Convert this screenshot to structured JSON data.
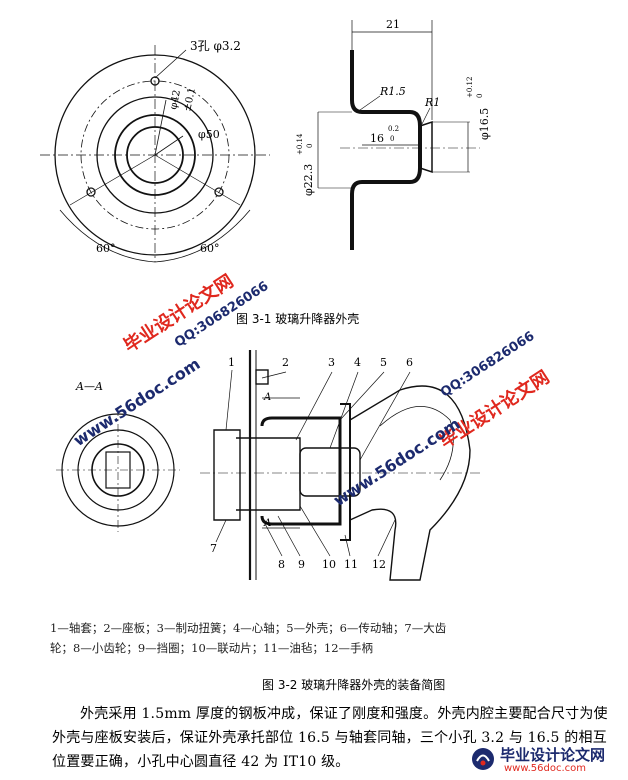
{
  "figure1": {
    "caption": "图 3-1   玻璃升降器外壳",
    "left_view": {
      "hole_label": "3孔 φ3.2",
      "circle_dia": "φ42",
      "circle_tol": "±0.1",
      "outer_dia": "φ50",
      "angle_left": "60°",
      "angle_right": "60°"
    },
    "section_view": {
      "width": "21",
      "r1": "R1.5",
      "r2": "R1",
      "d_small": "φ16.5",
      "d_small_tol_up": "+0.12",
      "d_small_tol_low": "0",
      "inner_len": "16",
      "inner_len_tol_up": "0.2",
      "inner_len_tol_low": "0",
      "d_large": "φ22.3",
      "d_large_tol_up": "+0.14",
      "d_large_tol_low": "0"
    }
  },
  "figure2": {
    "caption": "图 3-2   玻璃升降器外壳的装备简图",
    "section_label": "A—A",
    "section_marks": [
      "A",
      "A"
    ],
    "part_numbers": [
      "1",
      "2",
      "3",
      "4",
      "5",
      "6",
      "7",
      "8",
      "9",
      "10",
      "11",
      "12"
    ],
    "legend_line1": "1—轴套；2—座板；3—制动扭簧；4—心轴；5—外壳；6—传动轴；7—大齿",
    "legend_line2": "轮；8—小齿轮；9—挡圈；10—联动片；11—油毡；12—手柄"
  },
  "paragraph": "外壳采用 1.5mm 厚度的钢板冲成，保证了刚度和强度。外壳内腔主要配合尺寸为使外壳与座板安装后，保证外壳承托部位 16.5 与轴套同轴，三个小孔 3.2 与 16.5 的相互位置要正确，小孔中心圆直径 42 为 IT10 级。",
  "watermarks": {
    "site_name": "毕业设计论文网",
    "url": "www.56doc.com",
    "qq": "QQ:306826066",
    "footer_cn": "毕业设计论文网",
    "footer_url": "www.56doc.com"
  },
  "colors": {
    "watermark_red": "#e0281e",
    "watermark_navy": "#1c2a6e",
    "line": "#111111"
  }
}
